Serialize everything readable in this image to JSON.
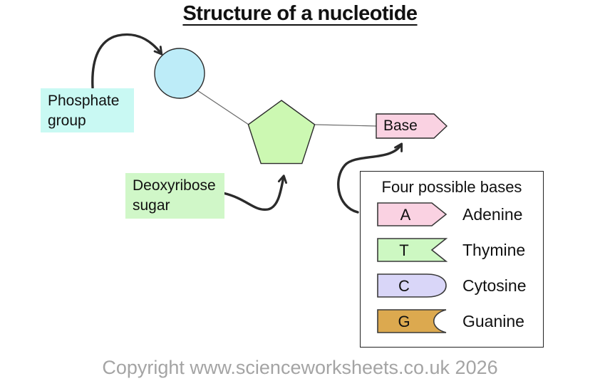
{
  "title": "Structure of a nucleotide",
  "diagram": {
    "phosphate_label": "Phosphate group",
    "sugar_label": "Deoxyribose sugar",
    "base_label": "Base"
  },
  "legend": {
    "title": "Four possible bases",
    "items": [
      {
        "letter": "A",
        "name": "Adenine",
        "color": "#fad2e2"
      },
      {
        "letter": "T",
        "name": "Thymine",
        "color": "#cdf8c2"
      },
      {
        "letter": "C",
        "name": "Cytosine",
        "color": "#d9d6f8"
      },
      {
        "letter": "G",
        "name": "Guanine",
        "color": "#dca94f"
      }
    ]
  },
  "colors": {
    "circle": "#bdecf8",
    "pentagon": "#ccf8b2",
    "phosphate_box": "#c9f9f3",
    "sugar_box": "#d0f7c8",
    "base": "#fad2e2",
    "outline": "#2b2b2b",
    "connector": "#6b6b6b",
    "copyright_text": "#a4a4a4"
  },
  "footer": {
    "copyright": "Copyright www.scienceworksheets.co.uk 2026"
  }
}
